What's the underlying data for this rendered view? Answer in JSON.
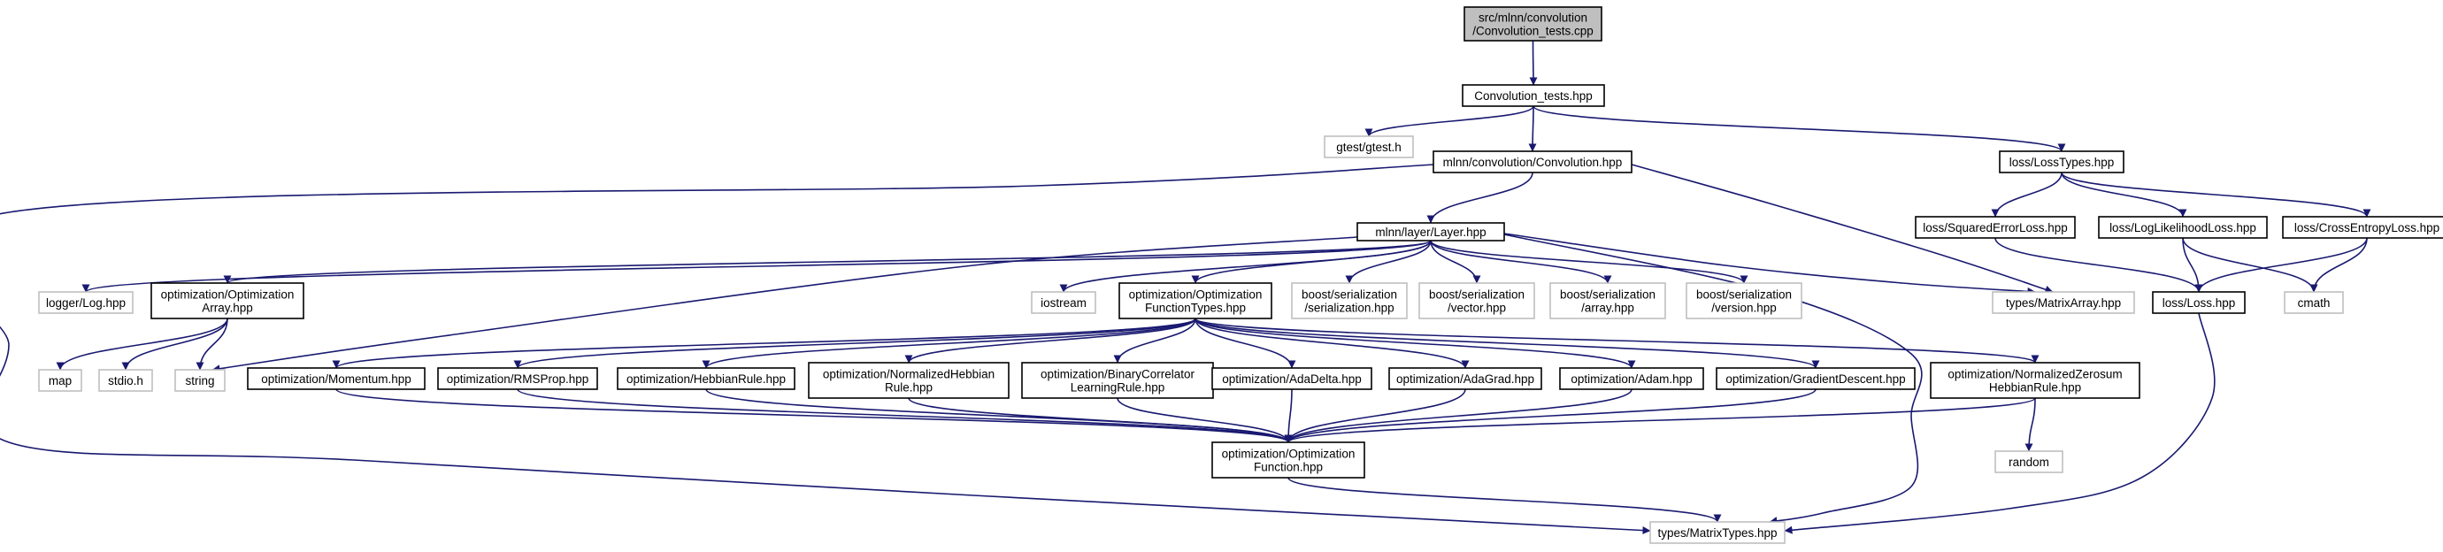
{
  "colors": {
    "edge": "#191970",
    "edge_arrow": "#191970",
    "node_border": "#000000",
    "node_border_external": "#bfbfbf",
    "node_fill": "#ffffff",
    "root_fill": "#bfbfbf",
    "text": "#000000"
  },
  "nodes": [
    {
      "id": "root",
      "lines": [
        "src/mlnn/convolution",
        "/Convolution_tests.cpp"
      ],
      "kind": "root"
    },
    {
      "id": "convtests_h",
      "lines": [
        "Convolution_tests.hpp"
      ],
      "kind": "file"
    },
    {
      "id": "gtest",
      "lines": [
        "gtest/gtest.h"
      ],
      "kind": "external"
    },
    {
      "id": "conv_h",
      "lines": [
        "mlnn/convolution/Convolution.hpp"
      ],
      "kind": "file"
    },
    {
      "id": "losstypes",
      "lines": [
        "loss/LossTypes.hpp"
      ],
      "kind": "file"
    },
    {
      "id": "layer",
      "lines": [
        "mlnn/layer/Layer.hpp"
      ],
      "kind": "file"
    },
    {
      "id": "sqerr",
      "lines": [
        "loss/SquaredErrorLoss.hpp"
      ],
      "kind": "file"
    },
    {
      "id": "loglik",
      "lines": [
        "loss/LogLikelihoodLoss.hpp"
      ],
      "kind": "file"
    },
    {
      "id": "crossent",
      "lines": [
        "loss/CrossEntropyLoss.hpp"
      ],
      "kind": "file"
    },
    {
      "id": "log",
      "lines": [
        "logger/Log.hpp"
      ],
      "kind": "external"
    },
    {
      "id": "optarray",
      "lines": [
        "optimization/Optimization",
        "Array.hpp"
      ],
      "kind": "file"
    },
    {
      "id": "iostream",
      "lines": [
        "iostream"
      ],
      "kind": "external"
    },
    {
      "id": "optfuncs",
      "lines": [
        "optimization/Optimization",
        "FunctionTypes.hpp"
      ],
      "kind": "file"
    },
    {
      "id": "bser",
      "lines": [
        "boost/serialization",
        "/serialization.hpp"
      ],
      "kind": "external"
    },
    {
      "id": "bvec",
      "lines": [
        "boost/serialization",
        "/vector.hpp"
      ],
      "kind": "external"
    },
    {
      "id": "barr",
      "lines": [
        "boost/serialization",
        "/array.hpp"
      ],
      "kind": "external"
    },
    {
      "id": "bver",
      "lines": [
        "boost/serialization",
        "/version.hpp"
      ],
      "kind": "external"
    },
    {
      "id": "matarray",
      "lines": [
        "types/MatrixArray.hpp"
      ],
      "kind": "external"
    },
    {
      "id": "loss",
      "lines": [
        "loss/Loss.hpp"
      ],
      "kind": "file"
    },
    {
      "id": "cmath",
      "lines": [
        "cmath"
      ],
      "kind": "external"
    },
    {
      "id": "map",
      "lines": [
        "map"
      ],
      "kind": "external"
    },
    {
      "id": "stdio",
      "lines": [
        "stdio.h"
      ],
      "kind": "external"
    },
    {
      "id": "string",
      "lines": [
        "string"
      ],
      "kind": "external"
    },
    {
      "id": "momentum",
      "lines": [
        "optimization/Momentum.hpp"
      ],
      "kind": "file"
    },
    {
      "id": "rmsprop",
      "lines": [
        "optimization/RMSProp.hpp"
      ],
      "kind": "file"
    },
    {
      "id": "hebbian",
      "lines": [
        "optimization/HebbianRule.hpp"
      ],
      "kind": "file"
    },
    {
      "id": "normhebb",
      "lines": [
        "optimization/NormalizedHebbian",
        "Rule.hpp"
      ],
      "kind": "file"
    },
    {
      "id": "bincorr",
      "lines": [
        "optimization/BinaryCorrelator",
        "LearningRule.hpp"
      ],
      "kind": "file"
    },
    {
      "id": "adadelta",
      "lines": [
        "optimization/AdaDelta.hpp"
      ],
      "kind": "file"
    },
    {
      "id": "adagrad",
      "lines": [
        "optimization/AdaGrad.hpp"
      ],
      "kind": "file"
    },
    {
      "id": "adam",
      "lines": [
        "optimization/Adam.hpp"
      ],
      "kind": "file"
    },
    {
      "id": "graddesc",
      "lines": [
        "optimization/GradientDescent.hpp"
      ],
      "kind": "file"
    },
    {
      "id": "normzero",
      "lines": [
        "optimization/NormalizedZerosum",
        "HebbianRule.hpp"
      ],
      "kind": "file"
    },
    {
      "id": "optfunc",
      "lines": [
        "optimization/Optimization",
        "Function.hpp"
      ],
      "kind": "file"
    },
    {
      "id": "random",
      "lines": [
        "random"
      ],
      "kind": "external"
    },
    {
      "id": "mattypes",
      "lines": [
        "types/MatrixTypes.hpp"
      ],
      "kind": "external"
    }
  ],
  "edges": [
    [
      "root",
      "convtests_h"
    ],
    [
      "convtests_h",
      "gtest"
    ],
    [
      "convtests_h",
      "conv_h"
    ],
    [
      "convtests_h",
      "losstypes"
    ],
    [
      "conv_h",
      "layer"
    ],
    [
      "conv_h",
      "matarray"
    ],
    [
      "conv_h",
      "mattypes"
    ],
    [
      "losstypes",
      "sqerr"
    ],
    [
      "losstypes",
      "loglik"
    ],
    [
      "losstypes",
      "crossent"
    ],
    [
      "layer",
      "log"
    ],
    [
      "layer",
      "optarray"
    ],
    [
      "layer",
      "iostream"
    ],
    [
      "layer",
      "optfuncs"
    ],
    [
      "layer",
      "bser"
    ],
    [
      "layer",
      "bvec"
    ],
    [
      "layer",
      "barr"
    ],
    [
      "layer",
      "bver"
    ],
    [
      "layer",
      "matarray"
    ],
    [
      "layer",
      "string"
    ],
    [
      "layer",
      "mattypes"
    ],
    [
      "sqerr",
      "loss"
    ],
    [
      "loglik",
      "loss"
    ],
    [
      "loglik",
      "cmath"
    ],
    [
      "crossent",
      "loss"
    ],
    [
      "crossent",
      "cmath"
    ],
    [
      "loss",
      "mattypes"
    ],
    [
      "optarray",
      "map"
    ],
    [
      "optarray",
      "stdio"
    ],
    [
      "optarray",
      "string"
    ],
    [
      "optfuncs",
      "momentum"
    ],
    [
      "optfuncs",
      "rmsprop"
    ],
    [
      "optfuncs",
      "hebbian"
    ],
    [
      "optfuncs",
      "normhebb"
    ],
    [
      "optfuncs",
      "bincorr"
    ],
    [
      "optfuncs",
      "adadelta"
    ],
    [
      "optfuncs",
      "adagrad"
    ],
    [
      "optfuncs",
      "adam"
    ],
    [
      "optfuncs",
      "graddesc"
    ],
    [
      "optfuncs",
      "normzero"
    ],
    [
      "momentum",
      "optfunc"
    ],
    [
      "rmsprop",
      "optfunc"
    ],
    [
      "hebbian",
      "optfunc"
    ],
    [
      "normhebb",
      "optfunc"
    ],
    [
      "bincorr",
      "optfunc"
    ],
    [
      "adadelta",
      "optfunc"
    ],
    [
      "adagrad",
      "optfunc"
    ],
    [
      "adam",
      "optfunc"
    ],
    [
      "graddesc",
      "optfunc"
    ],
    [
      "normzero",
      "optfunc"
    ],
    [
      "normzero",
      "random"
    ],
    [
      "optfunc",
      "mattypes"
    ]
  ]
}
